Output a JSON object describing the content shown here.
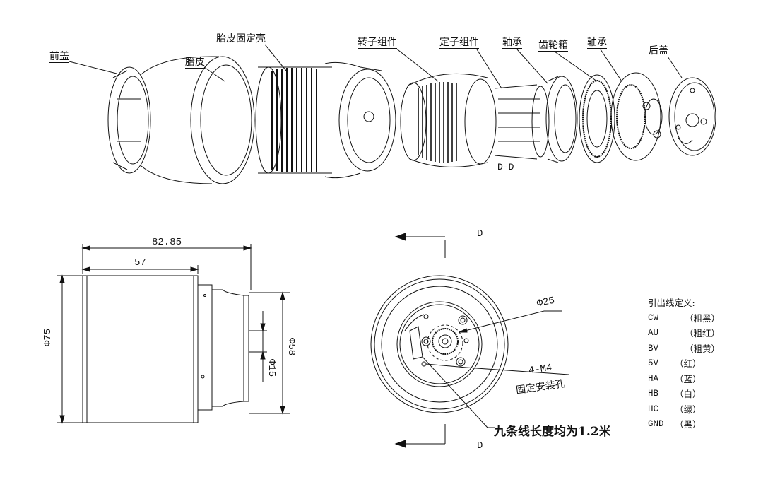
{
  "exploded_view": {
    "labels": {
      "front_cover": "前盖",
      "tire": "胎皮",
      "tire_shell": "胎皮固定壳",
      "rotor": "转子组件",
      "stator": "定子组件",
      "bearing_1": "轴承",
      "gearbox": "齿轮箱",
      "bearing_2": "轴承",
      "rear_cover": "后盖"
    },
    "section_label": "D-D"
  },
  "side_view": {
    "overall_length": "82.85",
    "tire_length": "57",
    "tire_diameter": "Φ75",
    "shell_diameter": "Φ58",
    "shaft_diameter": "Φ15"
  },
  "front_view": {
    "section_mark_top": "D",
    "section_mark_bottom": "D",
    "center_diameter": "Φ25",
    "holes": "4-M4",
    "holes_desc": "固定安装孔",
    "wire_note": "九条线长度均为1.2米"
  },
  "legend": {
    "title": "引出线定义:",
    "rows": [
      {
        "code": "CW",
        "color": "（粗黑）"
      },
      {
        "code": "AU",
        "color": "（粗红）"
      },
      {
        "code": "BV",
        "color": "（粗黄）"
      },
      {
        "code": "5V",
        "color": "（红）"
      },
      {
        "code": "HA",
        "color": "（蓝）"
      },
      {
        "code": "HB",
        "color": "（白）"
      },
      {
        "code": "HC",
        "color": "（绿）"
      },
      {
        "code": "GND",
        "color": "（黑）"
      }
    ]
  }
}
